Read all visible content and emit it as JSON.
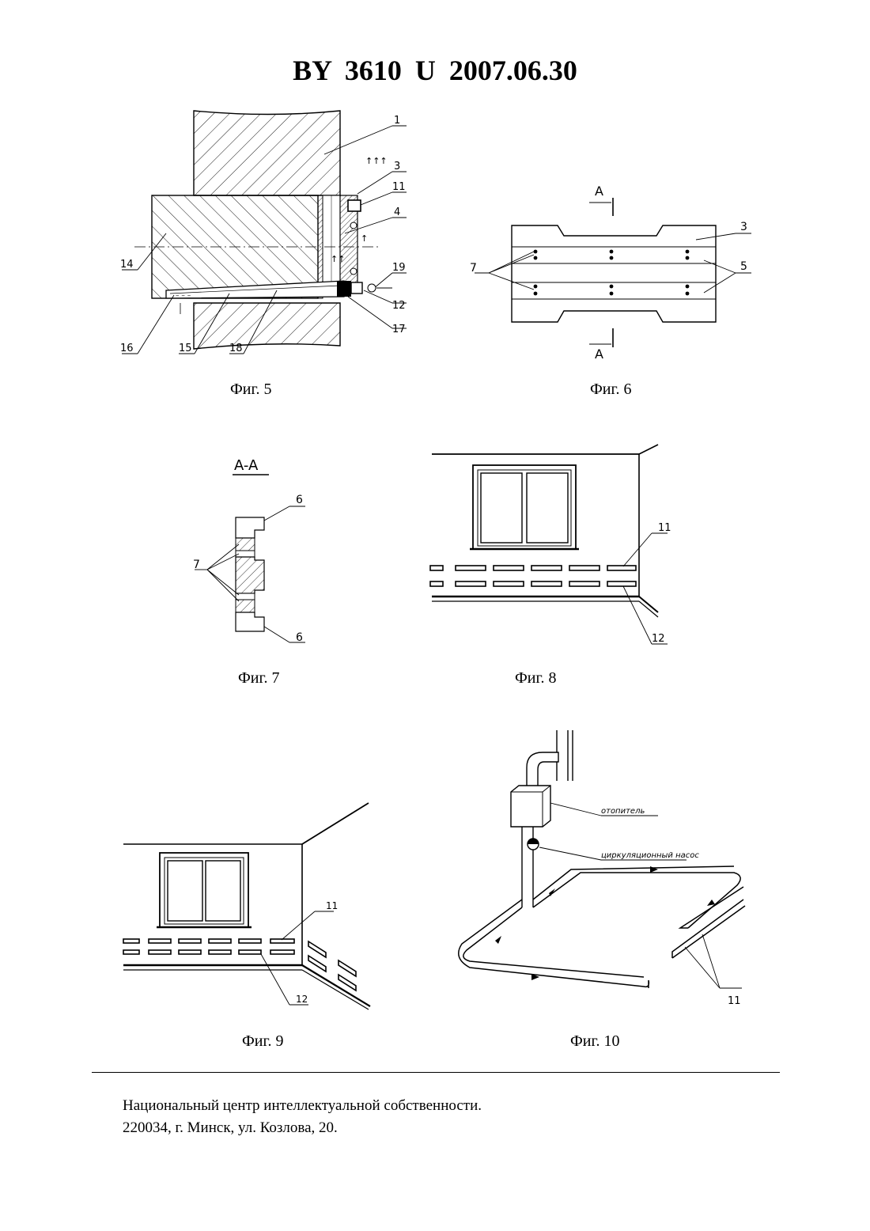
{
  "header": {
    "title": "BY 3610 U 2007.06.30"
  },
  "figures": [
    {
      "caption": "Фиг. 5",
      "refs": [
        "1",
        "3",
        "11",
        "4",
        "19",
        "12",
        "17",
        "14",
        "16",
        "15",
        "18"
      ]
    },
    {
      "caption": "Фиг. 6",
      "refs": [
        "3",
        "5",
        "7"
      ],
      "section_marks": [
        "A",
        "A"
      ]
    },
    {
      "caption": "Фиг. 7",
      "title": "A-A",
      "refs": [
        "6",
        "7",
        "6"
      ]
    },
    {
      "caption": "Фиг. 8",
      "refs": [
        "11",
        "12"
      ]
    },
    {
      "caption": "Фиг. 9",
      "refs": [
        "11",
        "12"
      ]
    },
    {
      "caption": "Фиг. 10",
      "refs": [
        "11"
      ],
      "labels": [
        "отопитель",
        "циркуляционный насос"
      ]
    }
  ],
  "footer": {
    "line1": "Национальный центр интеллектуальной собственности.",
    "line2": "220034, г. Минск, ул. Козлова, 20."
  }
}
